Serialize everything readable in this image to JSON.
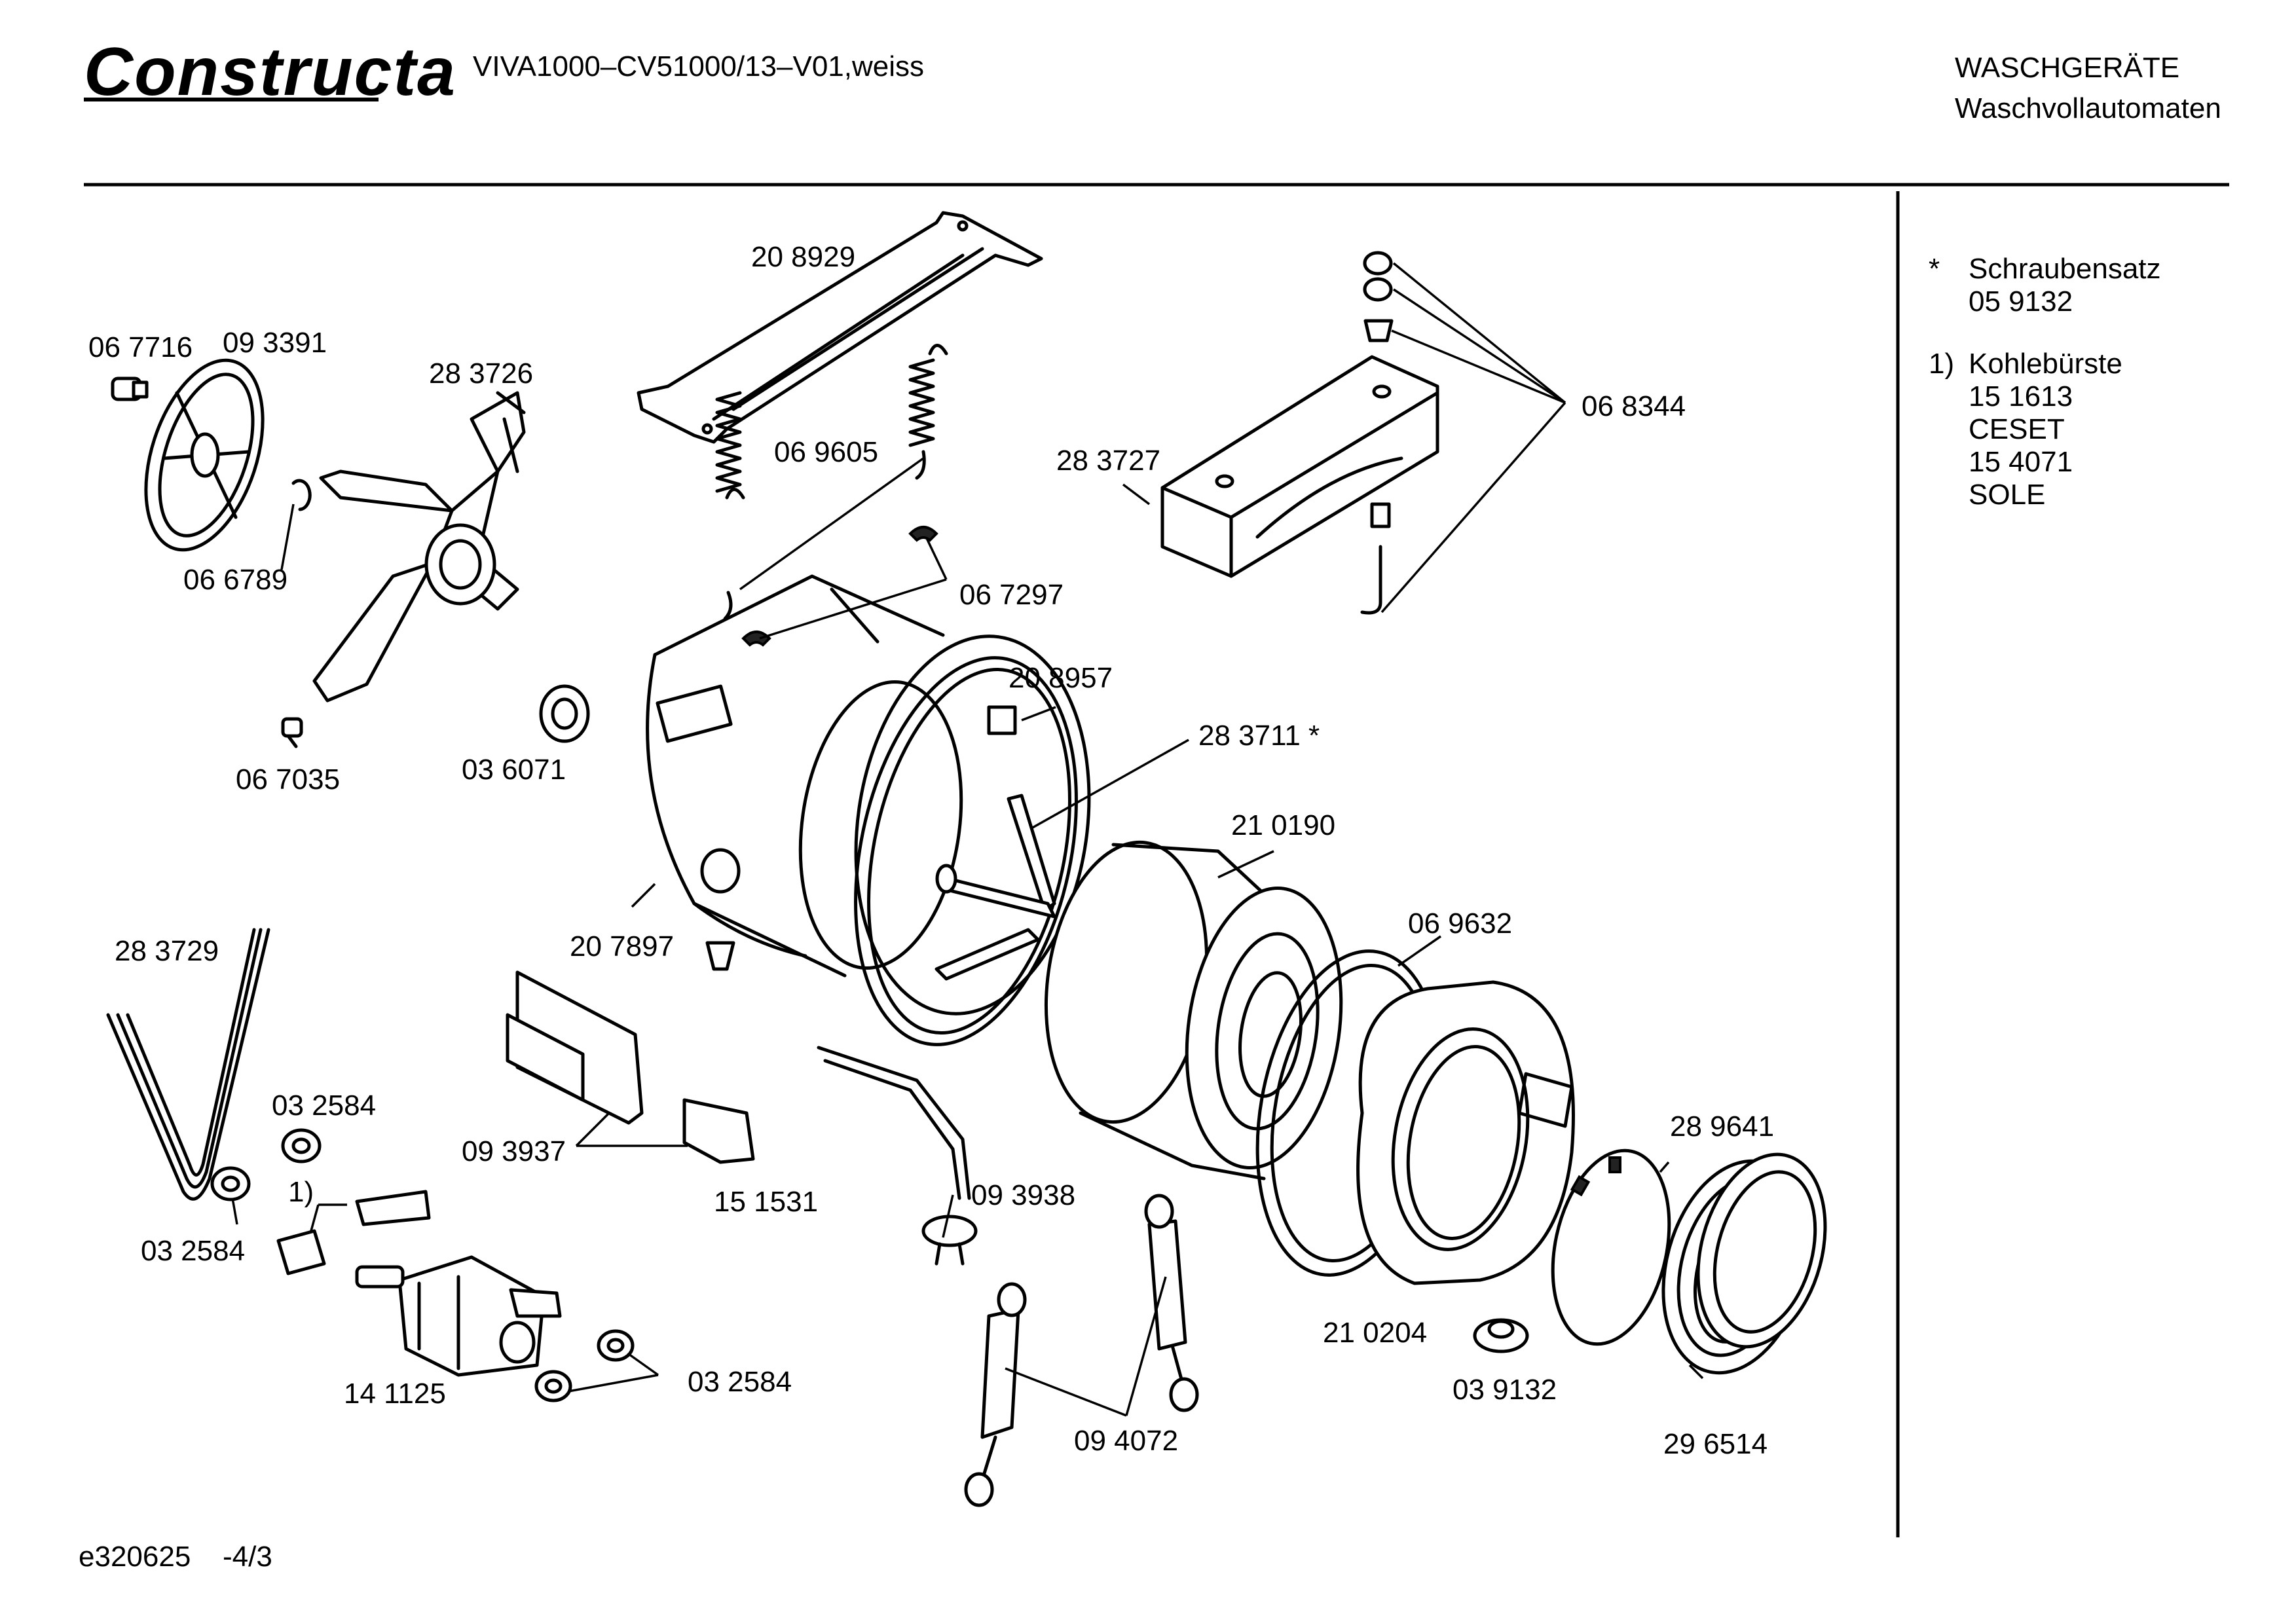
{
  "header": {
    "brand": "Constructa",
    "model": "VIVA1000–CV51000/13–V01,weiss",
    "category": "WASCHGERÄTE",
    "subcategory": "Waschvollautomaten"
  },
  "footer": {
    "doc_id": "e320625",
    "page": "-4/3"
  },
  "legend": {
    "star_symbol": "*",
    "star_label": "Schraubensatz",
    "star_part": "05 9132",
    "note_marker": "1)",
    "note_label": "Kohlebürste",
    "note_items": [
      "15 1613",
      "CESET",
      "15 4071",
      "SOLE"
    ]
  },
  "parts": [
    "06 7716",
    "09 3391",
    "28 3726",
    "06 6789",
    "06 7035",
    "20 8929",
    "06 9605",
    "06 7297",
    "03 6071",
    "20 8957",
    "28 3711 *",
    "28 3727",
    "06 8344",
    "21 0190",
    "20 7897",
    "06 9632",
    "28 3729",
    "03 2584",
    "03 2584",
    "09 3937",
    "15 1531",
    "09 3938",
    "28 9641",
    "1)",
    "03 2584",
    "21 0204",
    "14 1125",
    "03 9132",
    "09 4072",
    "29 6514"
  ]
}
